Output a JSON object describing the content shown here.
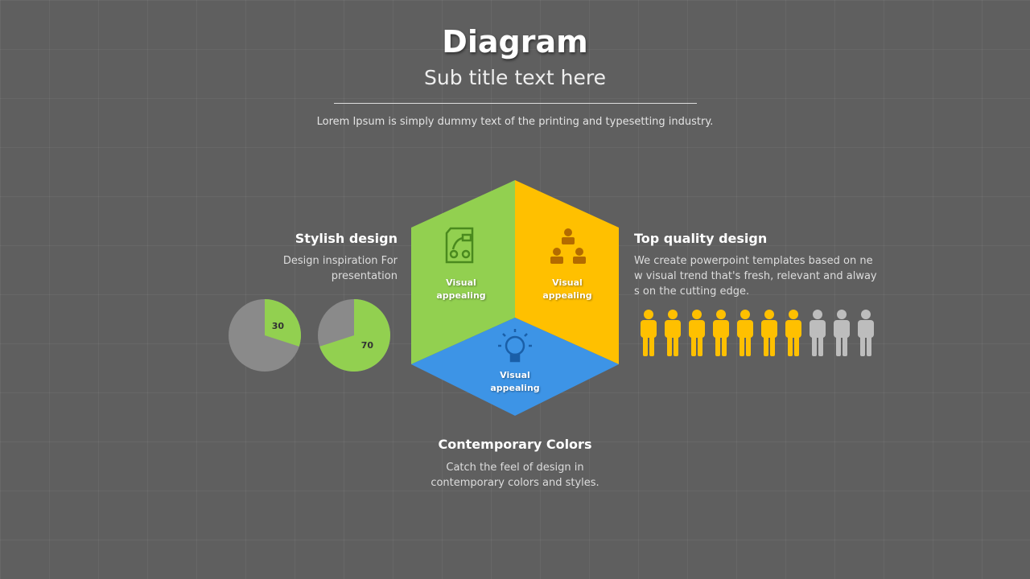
{
  "title": "Diagram",
  "subtitle": "Sub title text here",
  "intro": "Lorem Ipsum is simply dummy text of the printing and typesetting industry.",
  "left": {
    "heading": "Stylish design",
    "text": "Design inspiration For presentation",
    "pies": [
      {
        "value": 30,
        "label": "30"
      },
      {
        "value": 70,
        "label": "70"
      }
    ]
  },
  "right": {
    "heading": "Top quality design",
    "text": "We create powerpoint templates based on new visual trend that's fresh, relevant and always on the cutting edge.",
    "people_total": 10,
    "people_highlighted": 7
  },
  "bottom": {
    "heading": "Contemporary Colors",
    "text": "Catch the feel of design in contemporary colors and styles."
  },
  "hex": {
    "green_label": "Visual appealing",
    "yellow_label": "Visual appealing",
    "blue_label": "Visual appealing"
  },
  "colors": {
    "green": "#92d050",
    "yellow": "#ffc000",
    "blue": "#3d94e6",
    "gray": "#8a8a8a"
  }
}
